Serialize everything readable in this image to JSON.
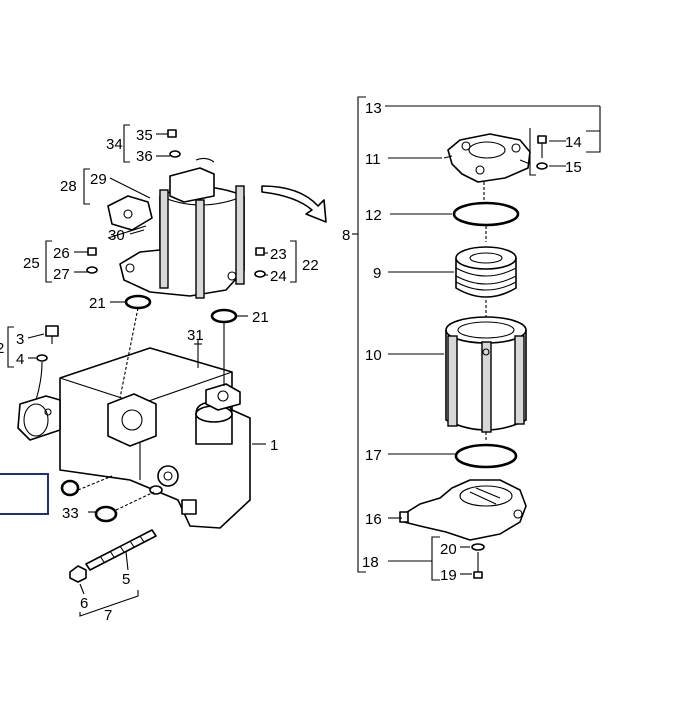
{
  "diagram": {
    "callouts": {
      "c1": "1",
      "c2": "2",
      "c3": "3",
      "c4": "4",
      "c5": "5",
      "c6": "6",
      "c7": "7",
      "c8": "8",
      "c9": "9",
      "c10": "10",
      "c11": "11",
      "c12": "12",
      "c13": "13",
      "c14": "14",
      "c15": "15",
      "c16": "16",
      "c17": "17",
      "c18": "18",
      "c19": "19",
      "c20": "20",
      "c21a": "21",
      "c21b": "21",
      "c22": "22",
      "c23": "23",
      "c24": "24",
      "c25": "25",
      "c26": "26",
      "c27": "27",
      "c28": "28",
      "c29": "29",
      "c30": "30",
      "c31": "31",
      "c33": "33",
      "c34": "34",
      "c35": "35",
      "c36": "36"
    },
    "highlight_color": "#1a2f8a"
  }
}
